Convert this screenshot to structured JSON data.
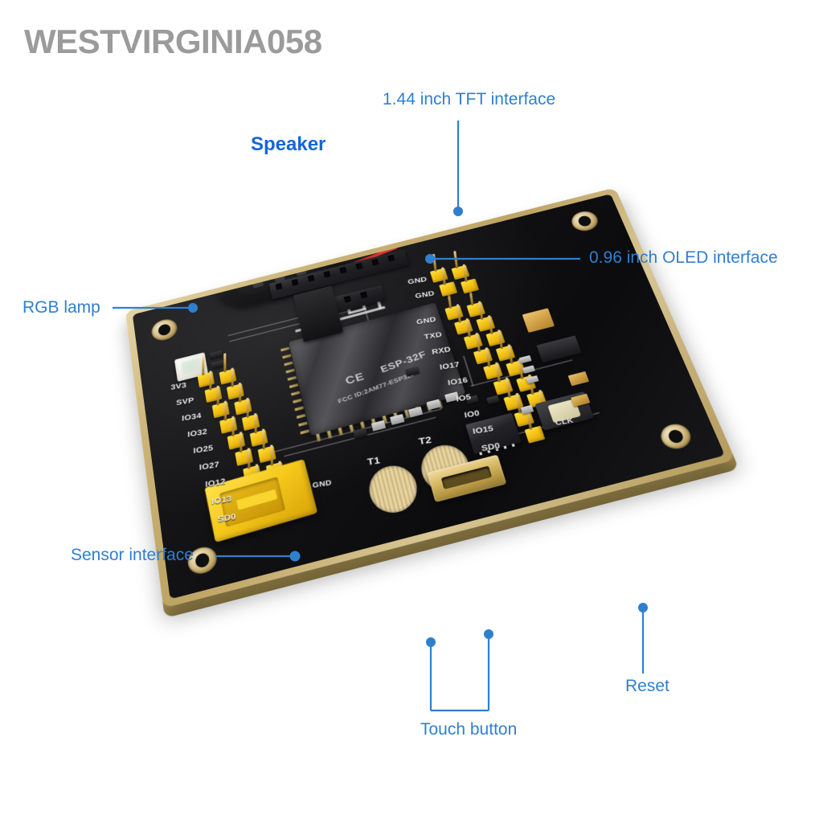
{
  "watermark": {
    "text": "WESTVIRGINIA058"
  },
  "product": {
    "name": "ESP32 Development Board",
    "module_marking": "ESP-32F",
    "module_fcc": "FCC ID:2AM77-ESP32F",
    "module_ce": "CE"
  },
  "theme": {
    "annotation_color": "#2f7fd0",
    "annotation_bold_color": "#1565d8",
    "watermark_color": "#9b9b9b",
    "pcb_black": "#121214",
    "pcb_gold_edge": "#c2a96c",
    "header_yellow": "#f5c518",
    "background": "#ffffff"
  },
  "annotations": [
    {
      "id": "tft",
      "label": "1.44 inch TFT interface",
      "bold": false
    },
    {
      "id": "speaker",
      "label": "Speaker",
      "bold": true
    },
    {
      "id": "oled",
      "label": "0.96 inch OLED interface",
      "bold": false
    },
    {
      "id": "rgb",
      "label": "RGB lamp",
      "bold": false
    },
    {
      "id": "sensor",
      "label": "Sensor interface",
      "bold": false
    },
    {
      "id": "touch",
      "label": "Touch button",
      "bold": false
    },
    {
      "id": "reset",
      "label": "Reset",
      "bold": false
    }
  ],
  "silkscreen": {
    "left_pins": [
      "3V3",
      "SVP",
      "IO34",
      "IO32",
      "IO25",
      "IO27",
      "IO12",
      "IO13",
      "SD0"
    ],
    "right_pins": [
      "GND",
      "TXD",
      "RXD",
      "IO17",
      "IO16",
      "IO5",
      "IO0",
      "IO15",
      "SD0"
    ],
    "top_right_pins": [
      "GND",
      "GND"
    ],
    "touch_pads": [
      "T1",
      "T2"
    ],
    "misc": [
      "GND",
      "CLK"
    ]
  }
}
